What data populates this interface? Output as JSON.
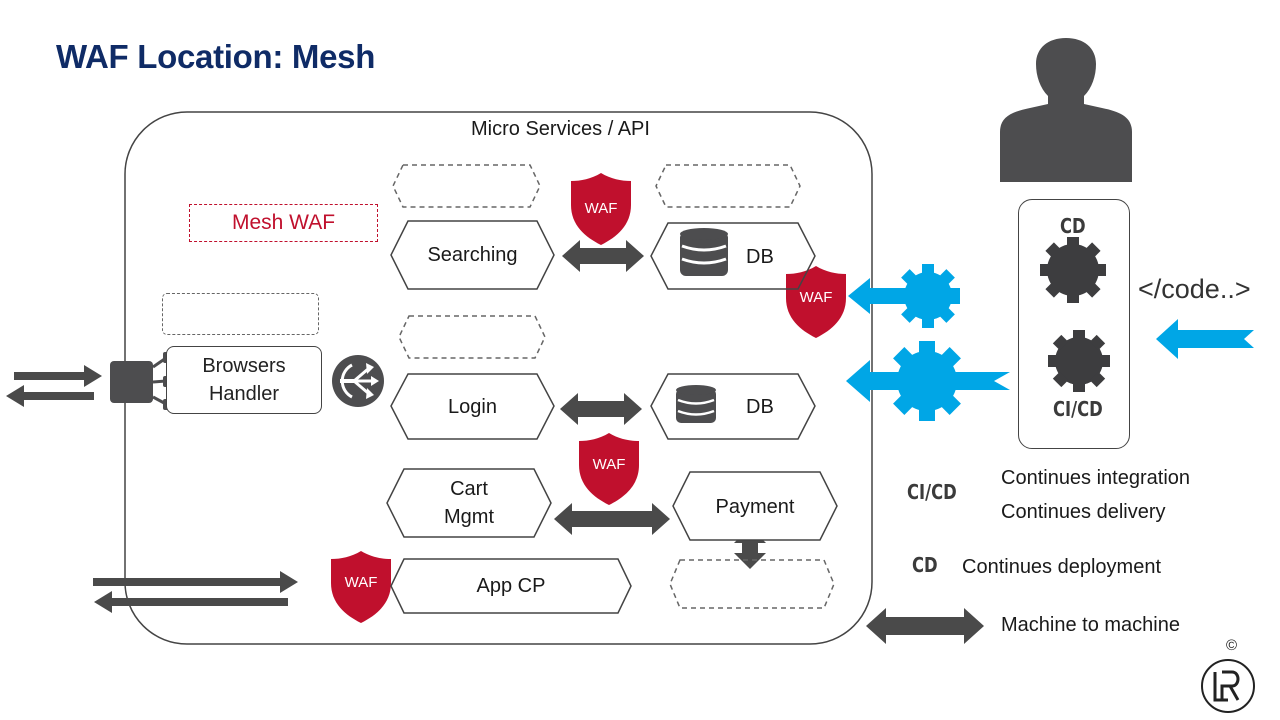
{
  "title": "WAF Location: Mesh",
  "container_label": "Micro Services / API",
  "mesh_waf_label": "Mesh WAF",
  "services": {
    "searching": "Searching",
    "login": "Login",
    "cart_line1": "Cart",
    "cart_line2": "Mgmt",
    "app_cp": "App CP",
    "payment": "Payment",
    "db1": "DB",
    "db2": "DB"
  },
  "browsers_handler_line1": "Browsers",
  "browsers_handler_line2": "Handler",
  "waf_label": "WAF",
  "pipeline": {
    "cd_label": "CD",
    "cicd_label": "CI/CD",
    "code_label": "</code..>"
  },
  "legend": {
    "cicd_abbr": "CI/CD",
    "cicd_line1": "Continues integration",
    "cicd_line2": "Continues delivery",
    "cd_abbr": "CD",
    "cd_desc": "Continues deployment",
    "m2m_desc": "Machine to machine"
  },
  "copyright": "©",
  "colors": {
    "title": "#0f2b66",
    "waf_red": "#c0102d",
    "arrow_dark": "#4a4a4a",
    "arrow_blue": "#00a6e6",
    "icon_gray": "#4d4d4f"
  },
  "icons": [
    "user-silhouette-icon",
    "gear-icon",
    "database-icon",
    "router-icon",
    "load-balancer-icon",
    "waf-shield-icon",
    "logo-icon"
  ]
}
